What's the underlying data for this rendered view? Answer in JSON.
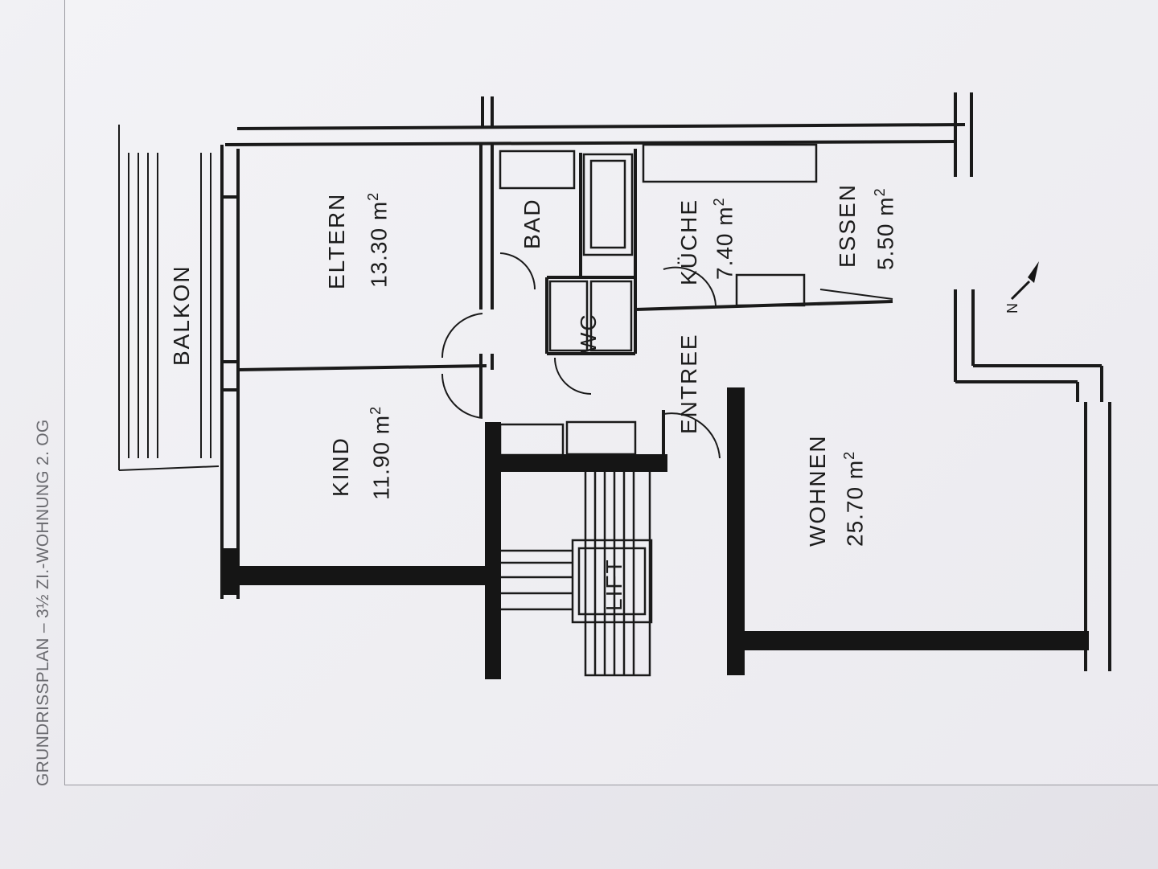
{
  "caption": "GRUNDRISSPLAN – 3½ ZI.-WOHNUNG 2. OG",
  "rooms": {
    "balkon": "BALKON",
    "eltern": "ELTERN",
    "eltern_area": "13.30 m",
    "kind": "KIND",
    "kind_area": "11.90 m",
    "bad": "BAD",
    "wc": "WC",
    "kueche": "KÜCHE",
    "kueche_area": "7.40 m",
    "essen": "ESSEN",
    "essen_area": "5.50 m",
    "entree": "ENTREE",
    "wohnen": "WOHNEN",
    "wohnen_area": "25.70 m",
    "lift": "LIFT"
  },
  "unit_exponent": "2",
  "north_mark": "N"
}
